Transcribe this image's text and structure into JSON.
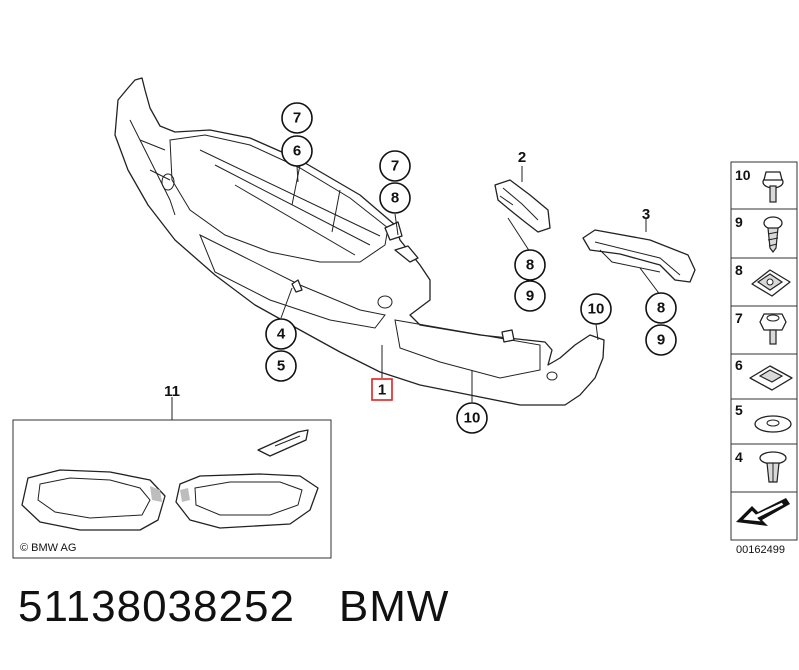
{
  "diagram": {
    "brand": "BMW",
    "part_number": "51138038252",
    "copyright": "© BMW AG",
    "drawing_id": "00162499",
    "main_part_label": "1",
    "callouts": [
      "7",
      "6",
      "7",
      "8",
      "2",
      "8",
      "9",
      "3",
      "8",
      "9",
      "10",
      "4",
      "5",
      "10"
    ],
    "inset_label": "11",
    "legend": {
      "items": [
        {
          "number": "10",
          "icon": "bolt-with-washer-icon"
        },
        {
          "number": "9",
          "icon": "screw-icon"
        },
        {
          "number": "8",
          "icon": "clip-nut-icon"
        },
        {
          "number": "7",
          "icon": "hex-bolt-icon"
        },
        {
          "number": "6",
          "icon": "square-nut-icon"
        },
        {
          "number": "5",
          "icon": "washer-icon"
        },
        {
          "number": "4",
          "icon": "expanding-rivet-icon"
        }
      ],
      "direction_icon": "arrow-icon"
    }
  }
}
